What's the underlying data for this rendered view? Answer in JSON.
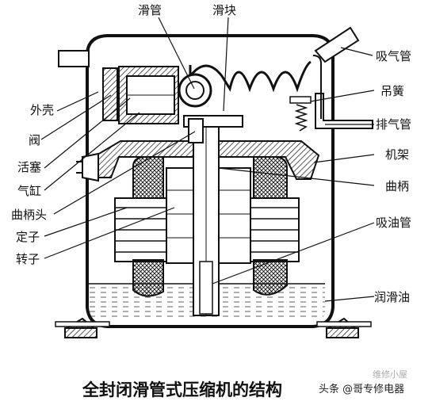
{
  "labels": {
    "sliding_tube": "滑管",
    "sliding_block": "滑块",
    "suction_tube": "吸气管",
    "spring": "吊簧",
    "discharge_tube": "排气管",
    "frame": "机架",
    "crankshaft": "曲柄",
    "oil_pickup": "吸油管",
    "lube_oil": "润滑油",
    "shell": "外壳",
    "valve": "阀",
    "piston": "活塞",
    "cylinder": "气缸",
    "crank_head": "曲柄头",
    "stator": "定子",
    "rotor": "转子"
  },
  "caption": "全封闭滑管式压缩机的结构",
  "watermark": "头条 @哥专修电器",
  "watermark_faint": "维修小屋"
}
